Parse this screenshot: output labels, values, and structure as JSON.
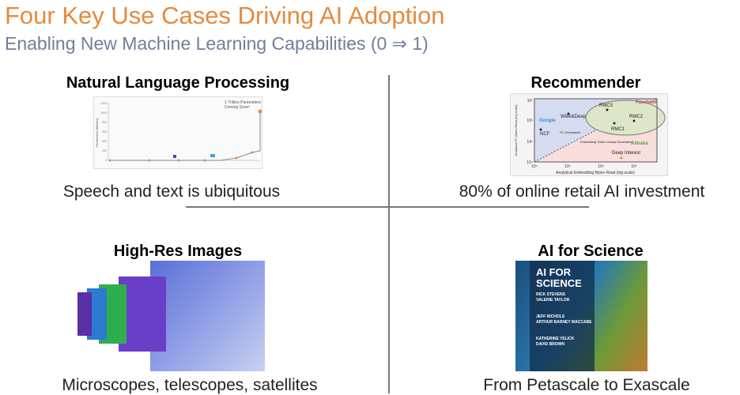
{
  "title": "Four Key Use Cases Driving AI Adoption",
  "subtitle": "Enabling New Machine Learning Capabilities (0 ⇒ 1)",
  "quadrants": [
    {
      "heading": "Natural Language Processing",
      "caption": "Speech and text is ubiquitous",
      "figure": {
        "annotation": "1 Trillion Parameters Coming Soon!",
        "ylabel": "Parameters (Billions)",
        "yticks": [
          "0",
          "200",
          "400",
          "600",
          "800",
          "1000",
          "1200"
        ]
      }
    },
    {
      "heading": "Recommender",
      "caption": "80% of online retail AI investment",
      "figure": {
        "xlabel": "Analytical Embedding Bytes Read (log scale)",
        "ylabel": "Analytical FC Bytes Read (log scale)",
        "labels": [
          "RMC3",
          "RMC2",
          "RMC1",
          "Wide&Deep",
          "NCF",
          "Deep Interest",
          "Google",
          "Facebook",
          "Alibaba",
          "FC Dominated",
          "Embedding Table Lookup Dominated"
        ],
        "xticks": [
          "10⁴",
          "10⁵",
          "10⁶",
          "10⁷"
        ],
        "yticks": [
          "10⁴",
          "10⁵",
          "10⁶",
          "10⁷"
        ]
      }
    },
    {
      "heading": "High-Res Images",
      "caption": "Microscopes, telescopes, satellites"
    },
    {
      "heading": "AI for Science",
      "caption": "From Petascale to Exascale",
      "figure": {
        "cover_title": "AI FOR SCIENCE",
        "names": [
          "RICK STEVENS",
          "VALERIE TAYLOR",
          "JEFF NICHOLS",
          "ARTHUR BARNEY MACCABE",
          "KATHERINE YELICK",
          "DAVID BROWN"
        ]
      }
    }
  ],
  "colors": {
    "title": "#E58A3E",
    "subtitle": "#6F7F99"
  }
}
